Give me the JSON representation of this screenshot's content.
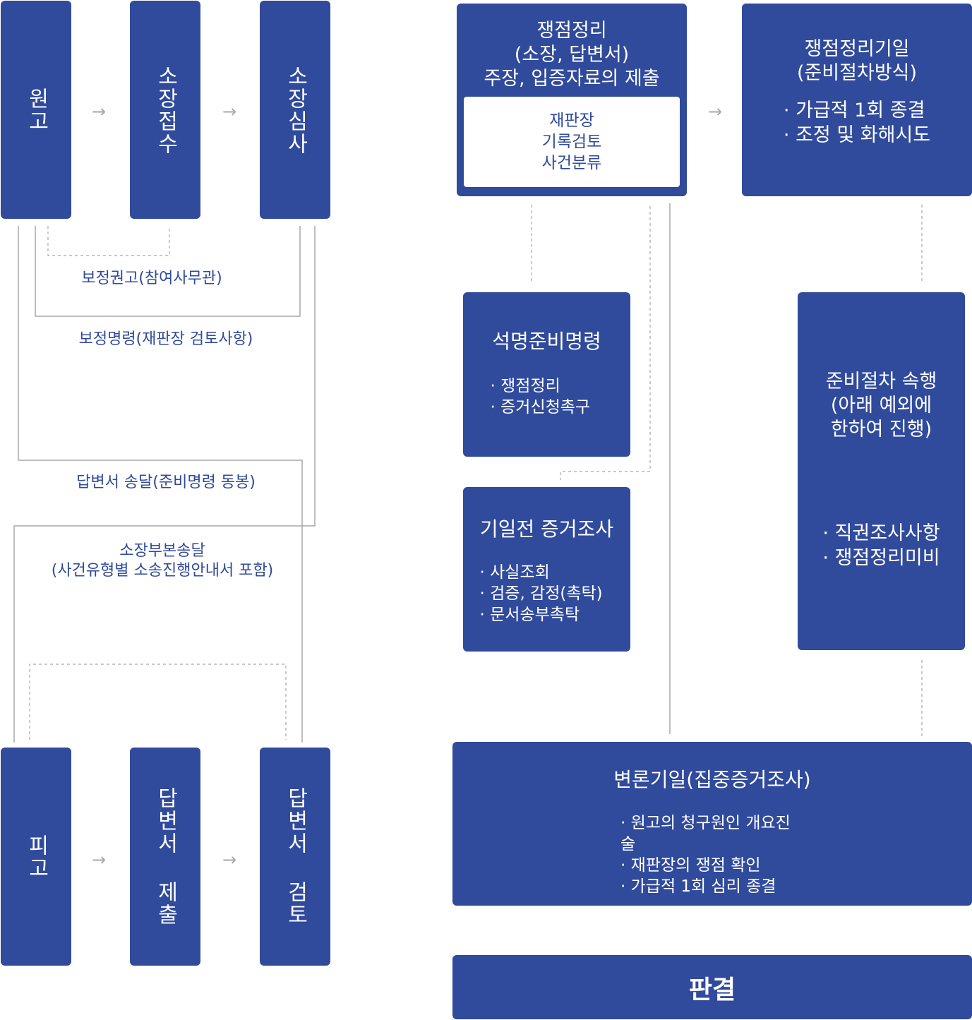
{
  "left": {
    "plaintiff": "원고",
    "filing": "소장접수",
    "review": "소장심사",
    "defendant": "피고",
    "answer_submit": "답변서 제출",
    "answer_review": "답변서 검토",
    "arrow": "→"
  },
  "labels": {
    "correction_advice": "보정권고(참여사무관)",
    "correction_order": "보정명령(재판장 검토사항)",
    "answer_delivery": "답변서 송달(준비명령 동봉)",
    "complaint_copy": "소장부본송달\n(사건유형별 소송진행안내서 포함)"
  },
  "issue_box": {
    "title": "쟁점정리\n(소장, 답변서)\n주장, 입증자료의 제출",
    "inner": "재판장\n기록검토\n사건분류"
  },
  "issue_date": {
    "title": "쟁점정리기일\n(준비절차방식)",
    "items": [
      "가급적 1회 종결",
      "조정 및 화해시도"
    ]
  },
  "arrow_right": "→",
  "written_prep": {
    "title": "석명준비명령",
    "items": [
      "쟁점정리",
      "증거신청촉구"
    ]
  },
  "pre_evidence": {
    "title": "기일전 증거조사",
    "items": [
      "사실조회",
      "검증, 감정(촉탁)",
      "문서송부촉탁"
    ]
  },
  "prep_proc": {
    "title": "준비절차 속행\n(아래 예외에\n한하여 진행)",
    "items": [
      "직권조사사항",
      "쟁점정리미비"
    ]
  },
  "hearing": {
    "title": "변론기일(집중증거조사)",
    "items": [
      "원고의 청구원인 개요진술",
      "재판장의 쟁점 확인",
      "가급적 1회 심리 종결"
    ]
  },
  "judgment": "판결",
  "colors": {
    "box": "#304a9c",
    "line": "#a8a8a8",
    "text": "#304a9c"
  }
}
